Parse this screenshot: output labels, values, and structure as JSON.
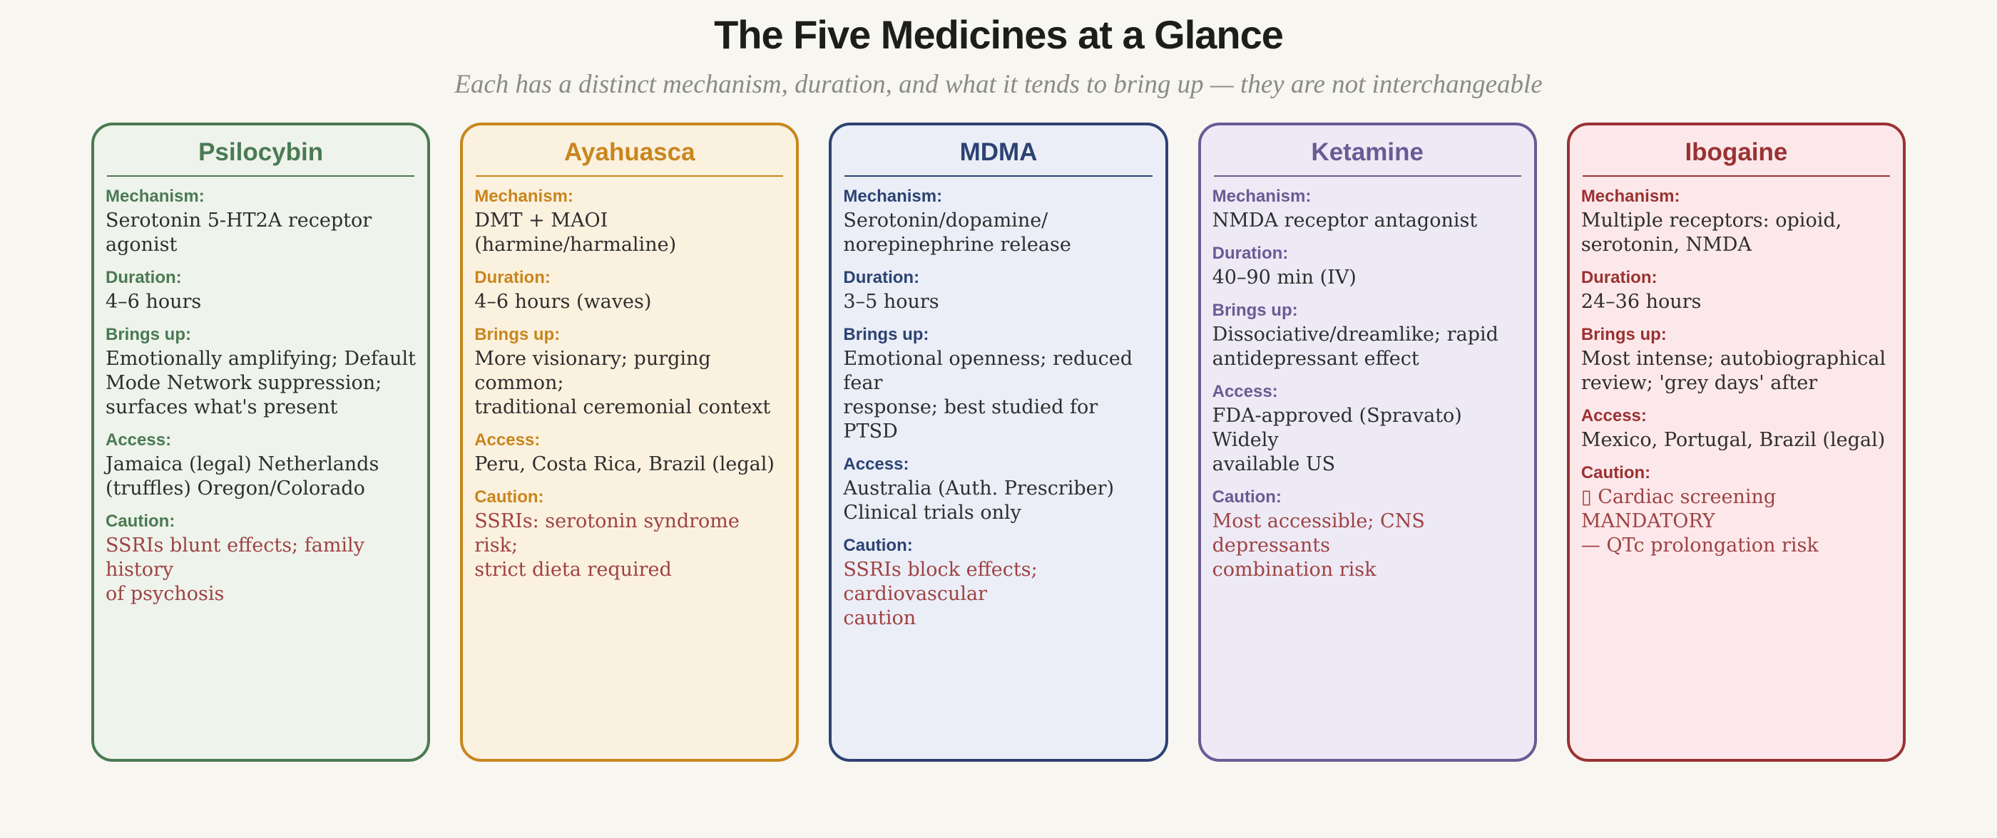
{
  "page": {
    "title": "The Five Medicines at a Glance",
    "subtitle": "Each has a distinct mechanism, duration, and what it tends to bring up — they are not interchangeable",
    "background": "#f8f6f0"
  },
  "colors": {
    "page_title_text": "#1d1d1b",
    "subtitle_text": "#8b8b86",
    "body_text": "#2e2e2e",
    "caution_text": "#9e4242"
  },
  "labels": {
    "mechanism": "Mechanism:",
    "duration": "Duration:",
    "brings_up": "Brings up:",
    "access": "Access:",
    "caution": "Caution:"
  },
  "cards": [
    {
      "name": "Psilocybin",
      "accent": "#4a7a52",
      "background": "#eef3ec",
      "mechanism": "Serotonin 5-HT2A receptor agonist",
      "duration": "4–6 hours",
      "brings_up": "Emotionally amplifying; Default\nMode Network suppression;\nsurfaces what's present",
      "access": "Jamaica (legal) Netherlands\n(truffles) Oregon/Colorado",
      "caution": "SSRIs blunt effects; family history\nof psychosis"
    },
    {
      "name": "Ayahuasca",
      "accent": "#c8861d",
      "background": "#fbf1df",
      "mechanism": "DMT + MAOI (harmine/harmaline)",
      "duration": "4–6 hours (waves)",
      "brings_up": "More visionary; purging common;\ntraditional ceremonial context",
      "access": "Peru, Costa Rica, Brazil (legal)",
      "caution": "SSRIs: serotonin syndrome risk;\nstrict dieta required"
    },
    {
      "name": "MDMA",
      "accent": "#2c4372",
      "background": "#ebeef7",
      "mechanism": "Serotonin/dopamine/\nnorepinephrine release",
      "duration": "3–5 hours",
      "brings_up": "Emotional openness; reduced fear\nresponse; best studied for PTSD",
      "access": "Australia (Auth. Prescriber)\nClinical trials only",
      "caution": "SSRIs block effects; cardiovascular\ncaution"
    },
    {
      "name": "Ketamine",
      "accent": "#6a5b94",
      "background": "#edeaf6",
      "mechanism": "NMDA receptor antagonist",
      "duration": "40–90 min (IV)",
      "brings_up": "Dissociative/dreamlike; rapid\nantidepressant effect",
      "access": "FDA-approved (Spravato) Widely\navailable US",
      "caution": "Most accessible; CNS depressants\ncombination risk"
    },
    {
      "name": "Ibogaine",
      "accent": "#9a3232",
      "background": "#fce8ea",
      "mechanism": "Multiple receptors: opioid,\nserotonin, NMDA",
      "duration": "24–36 hours",
      "brings_up": "Most intense; autobiographical\nreview; 'grey days' after",
      "access": "Mexico, Portugal, Brazil (legal)",
      "caution": "▯ Cardiac screening MANDATORY\n— QTc prolongation risk"
    }
  ]
}
